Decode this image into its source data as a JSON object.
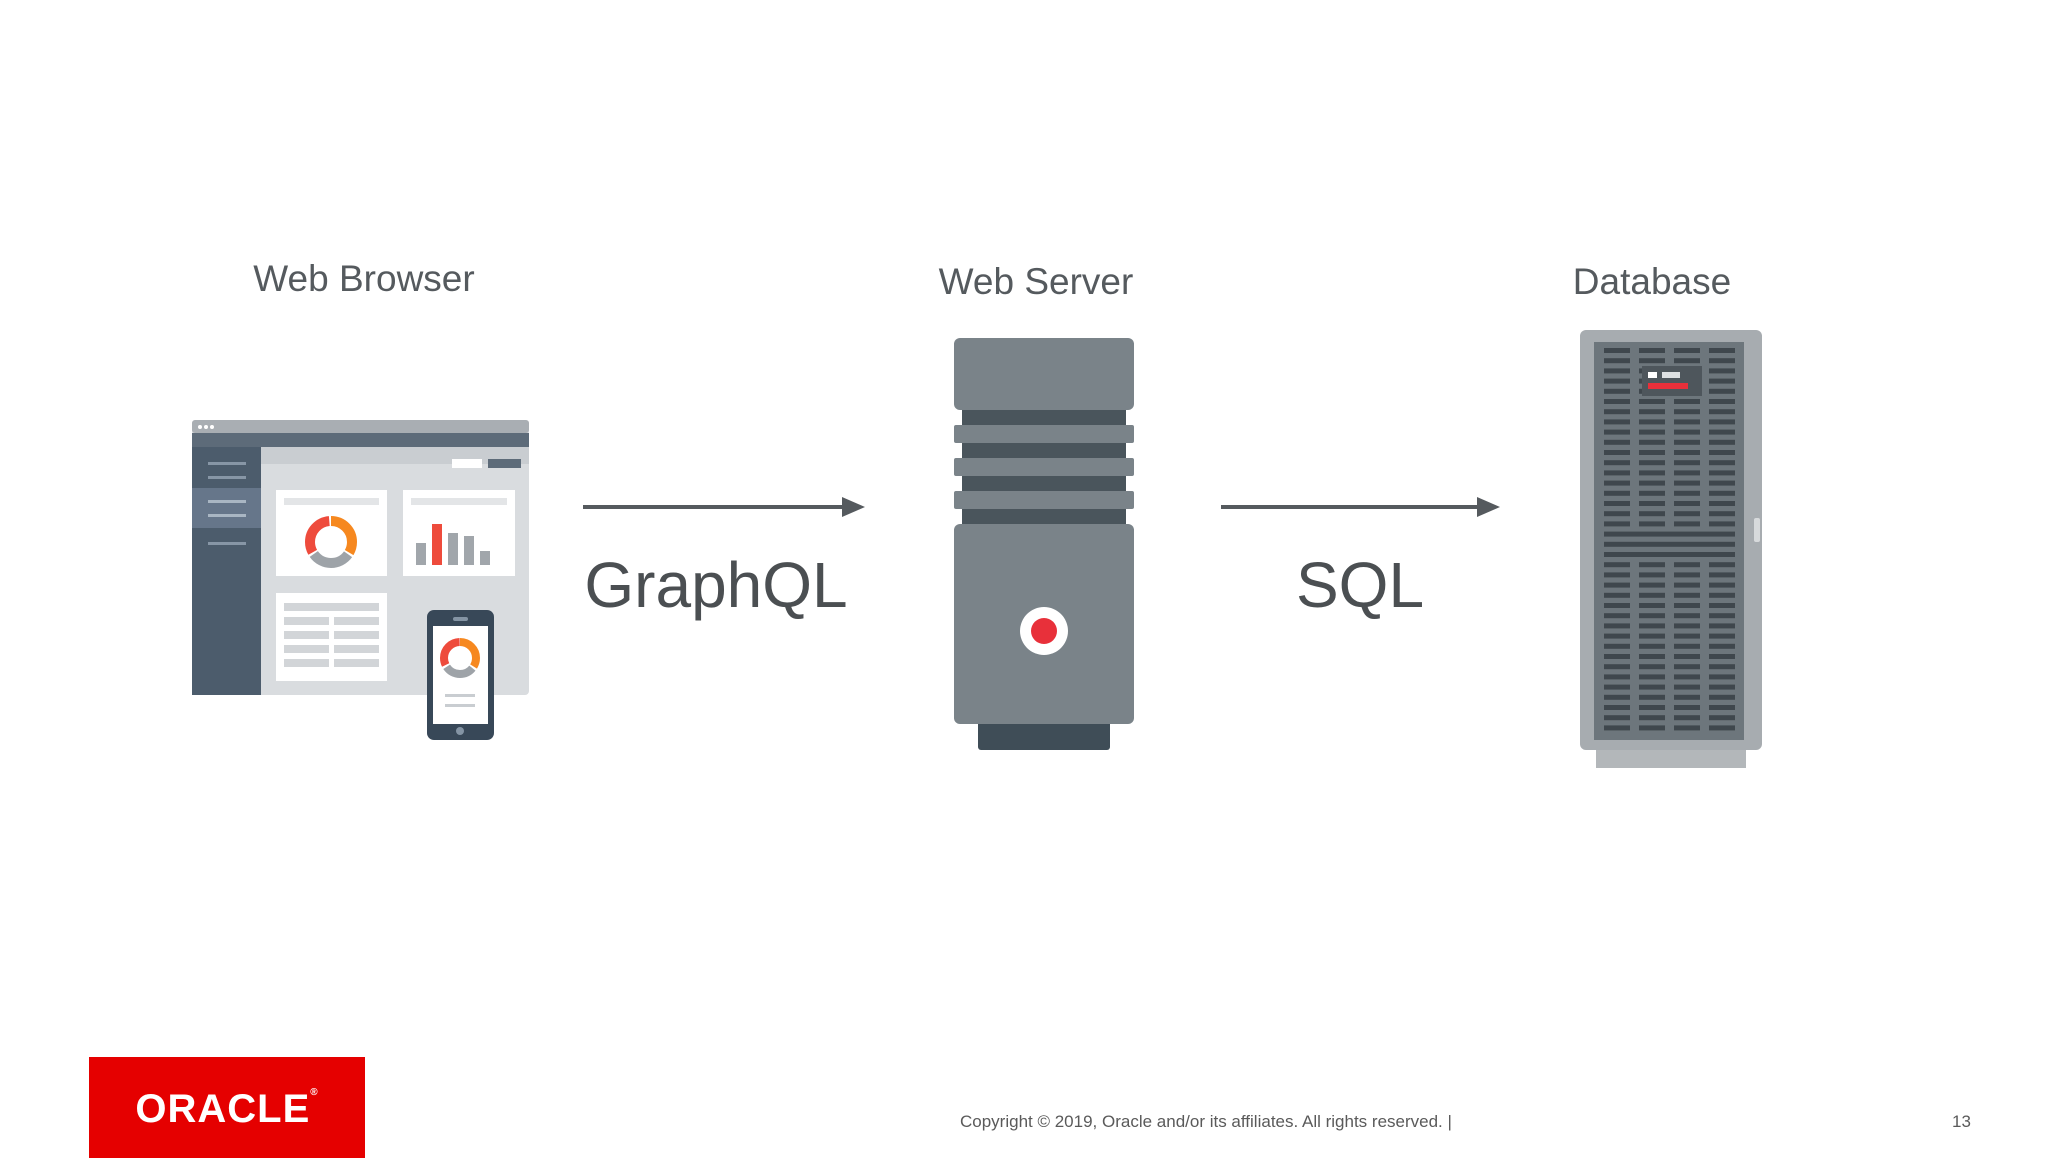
{
  "nodes": {
    "browser": "Web Browser",
    "server": "Web Server",
    "database": "Database"
  },
  "edges": {
    "browser_to_server": "GraphQL",
    "server_to_database": "SQL"
  },
  "brand": {
    "logo_text": "ORACLE",
    "logo_mark": "®",
    "color": "#e50000"
  },
  "footer": {
    "copyright": "Copyright © 2019, Oracle and/or its affiliates. All rights reserved.  |",
    "page_number": "13"
  }
}
